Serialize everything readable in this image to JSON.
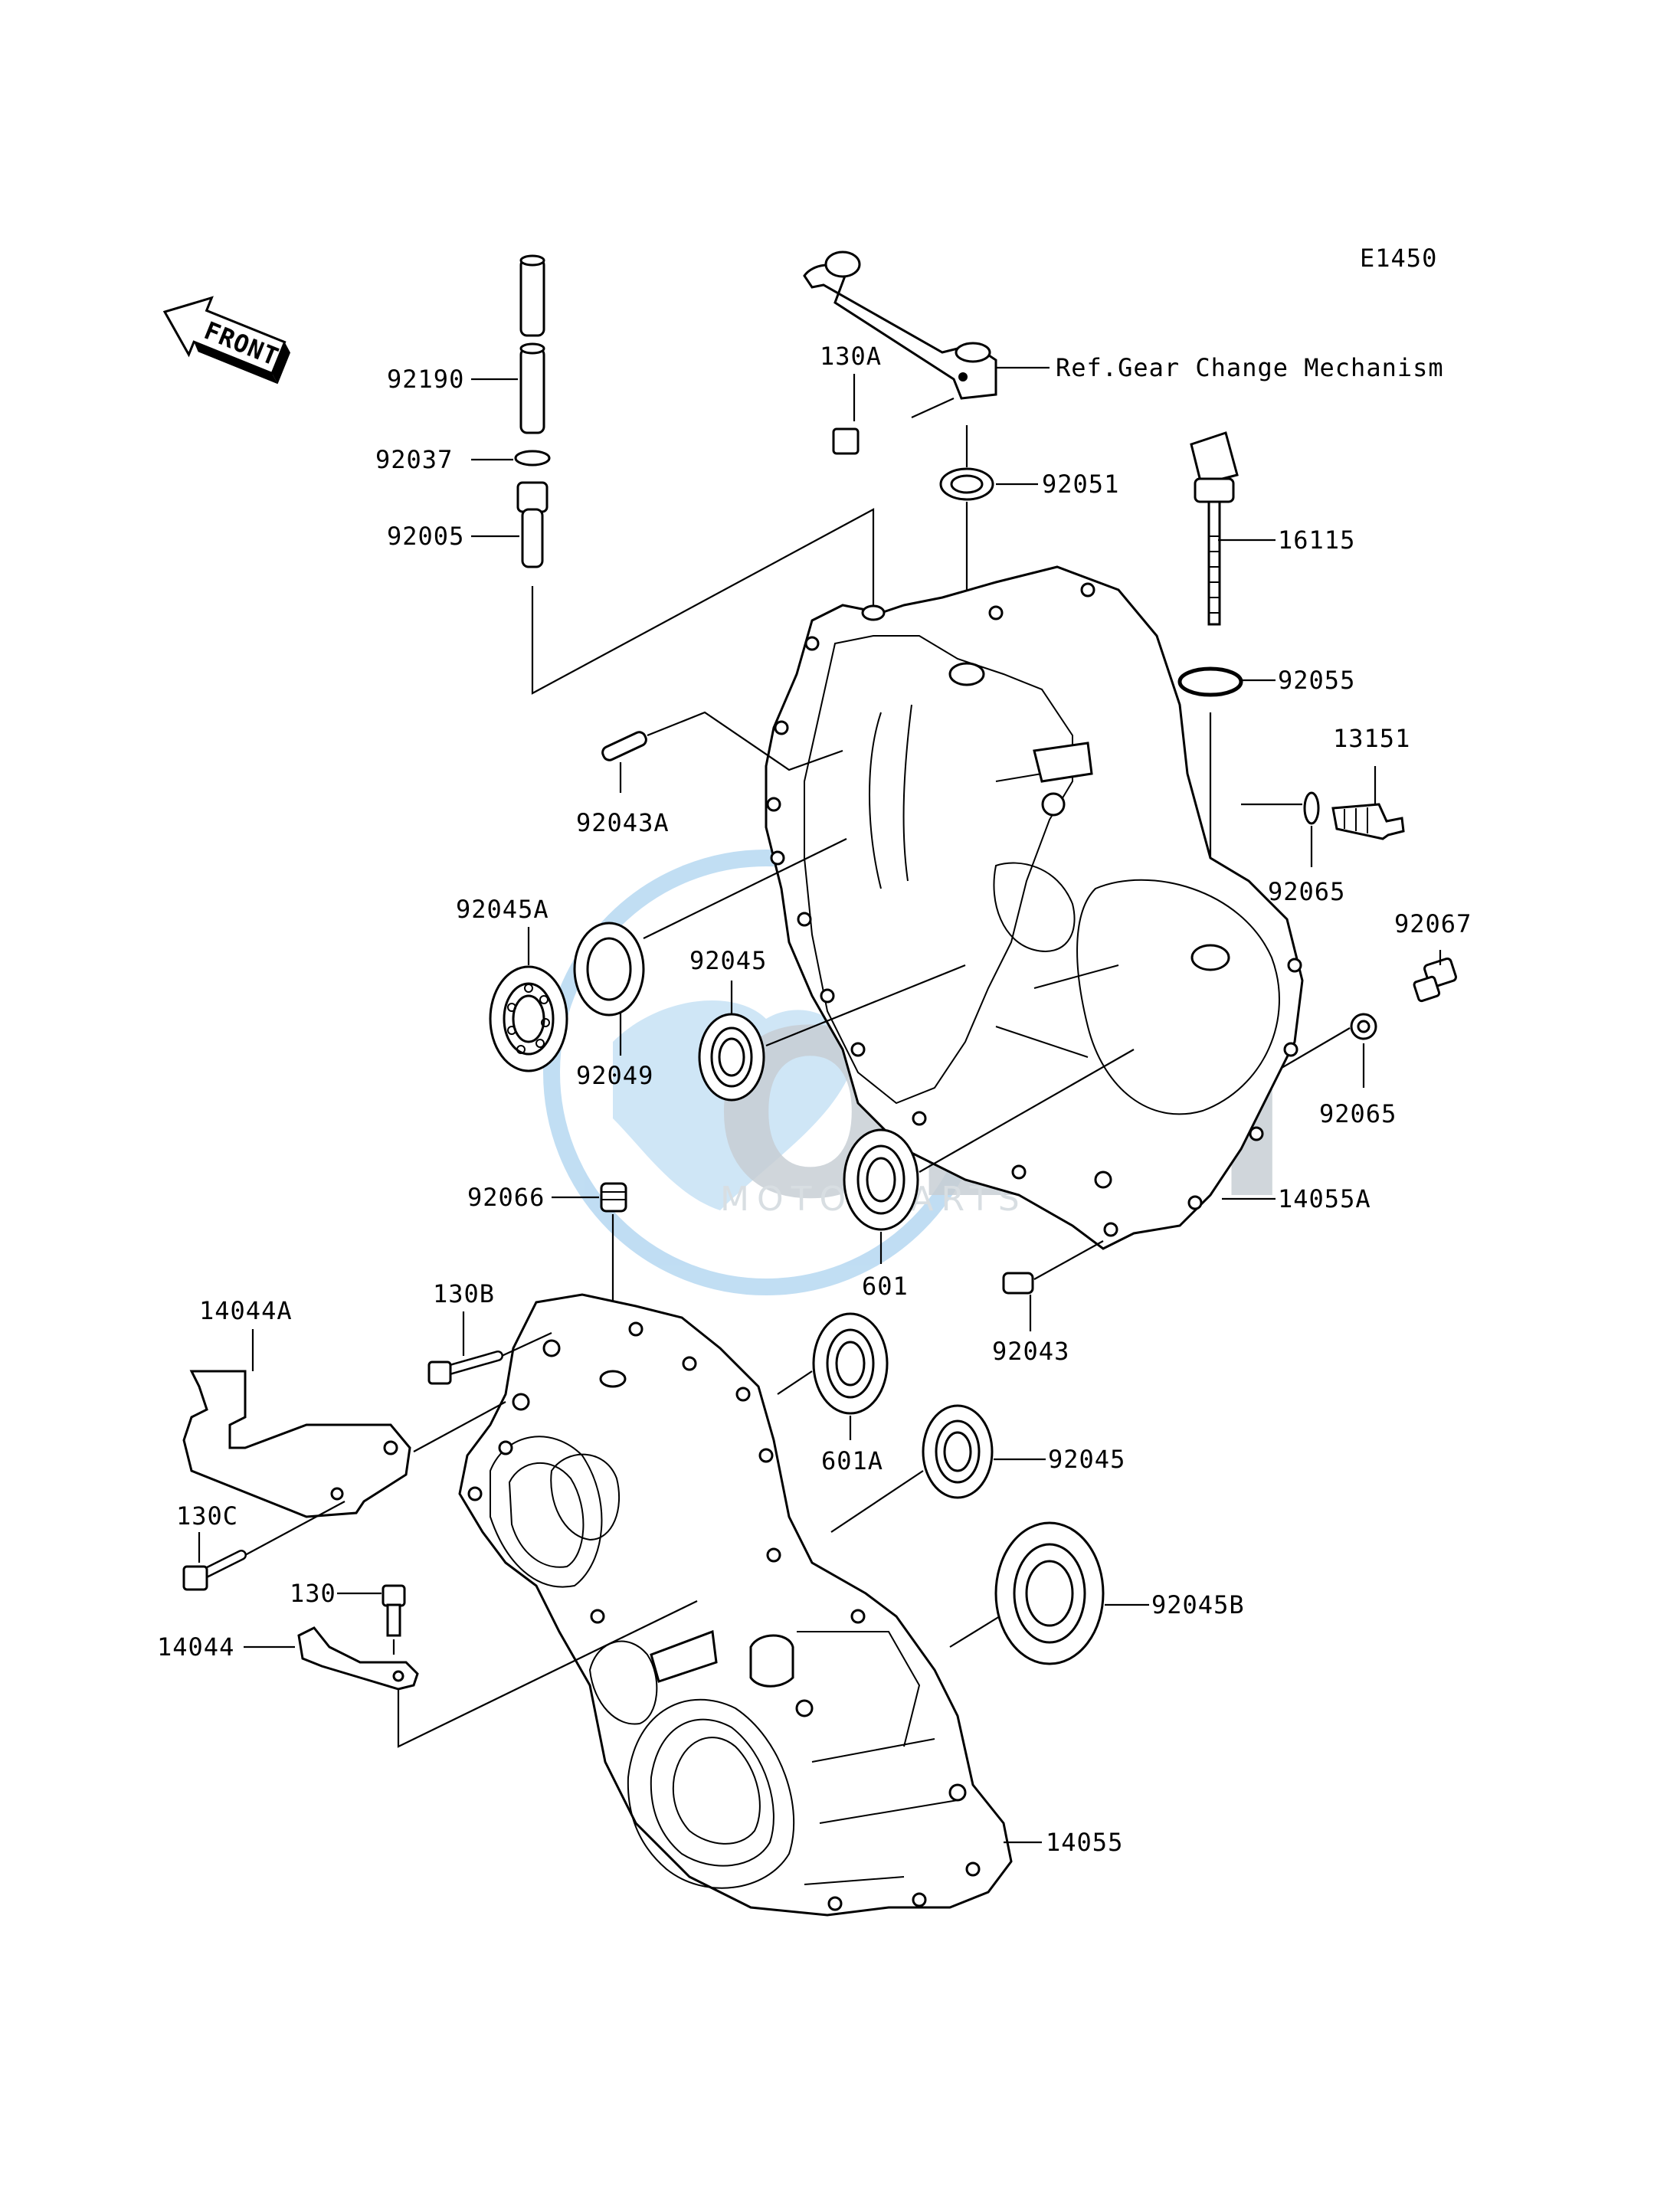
{
  "diagram_code": "E1450",
  "front_label": "FRONT",
  "reference_note": "Ref.Gear Change Mechanism",
  "watermark": {
    "brand": "OEM",
    "sub": "MOTORPARTS",
    "color": "#6fa8d6"
  },
  "parts": {
    "p92190": "92190",
    "p92037": "92037",
    "p92005": "92005",
    "p130A": "130A",
    "p92051": "92051",
    "p16115": "16115",
    "p92055": "92055",
    "p13151": "13151",
    "p92065a": "92065",
    "p92067": "92067",
    "p92065b": "92065",
    "p92043A": "92043A",
    "p92045A": "92045A",
    "p92045top": "92045",
    "p92049": "92049",
    "p92066": "92066",
    "p601": "601",
    "p14055A": "14055A",
    "p92043": "92043",
    "p130B": "130B",
    "p14044A": "14044A",
    "p601A": "601A",
    "p92045mid": "92045",
    "p130C": "130C",
    "p130": "130",
    "p14044": "14044",
    "p92045B": "92045B",
    "p14055": "14055"
  }
}
